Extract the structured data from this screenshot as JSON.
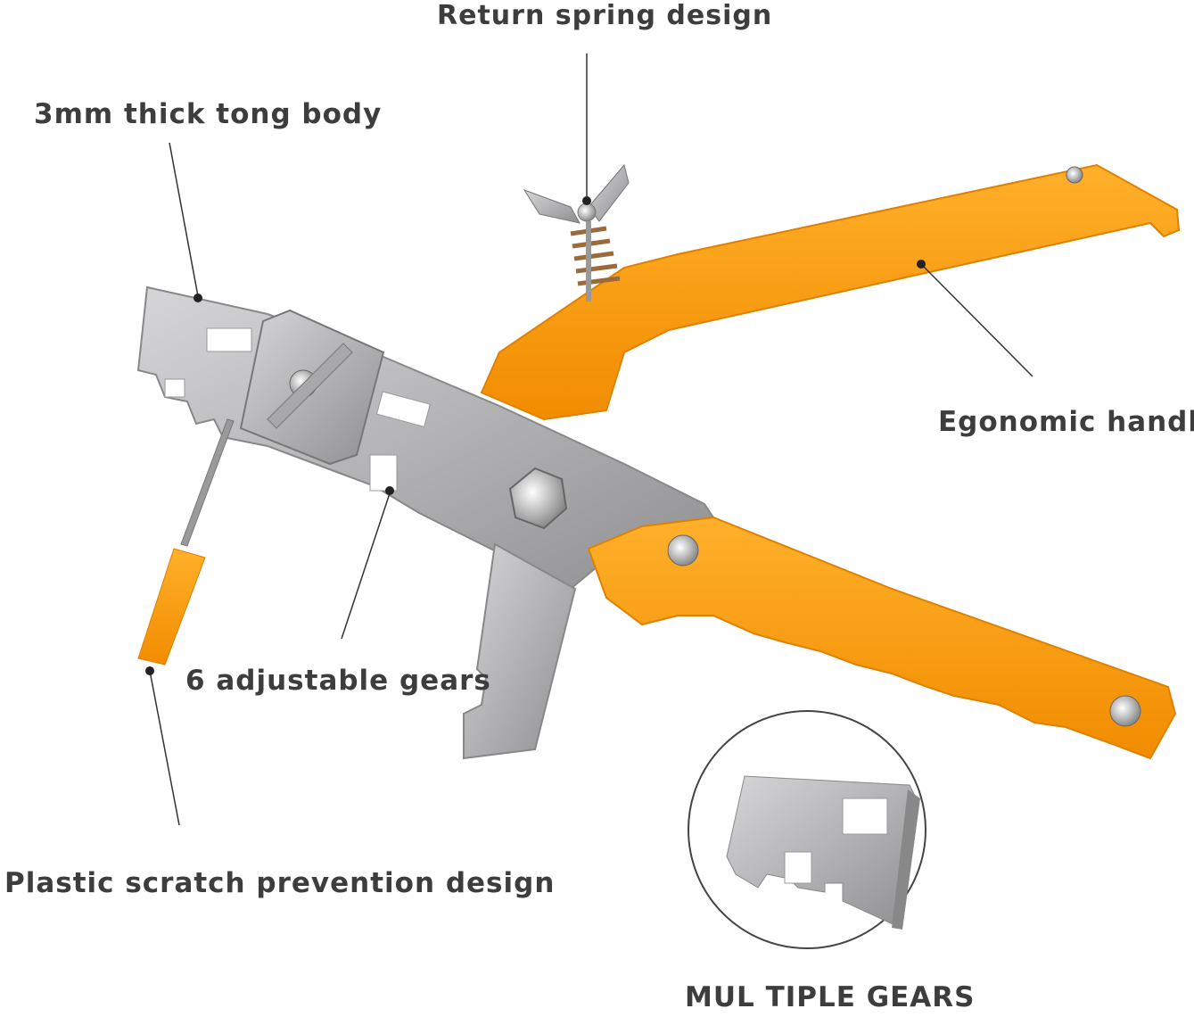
{
  "labels": {
    "return_spring": "Return spring design",
    "tong_body": "3mm thick tong body",
    "handle": "Egonomic handle",
    "gears": "6 adjustable gears",
    "scratch": "Plastic scratch prevention design",
    "multiple_gears": "MUL TIPLE GEARS"
  },
  "colors": {
    "handle_orange": "#ff9e1a",
    "metal_gray": "#b9b9bb",
    "text": "#3d3d3d"
  }
}
